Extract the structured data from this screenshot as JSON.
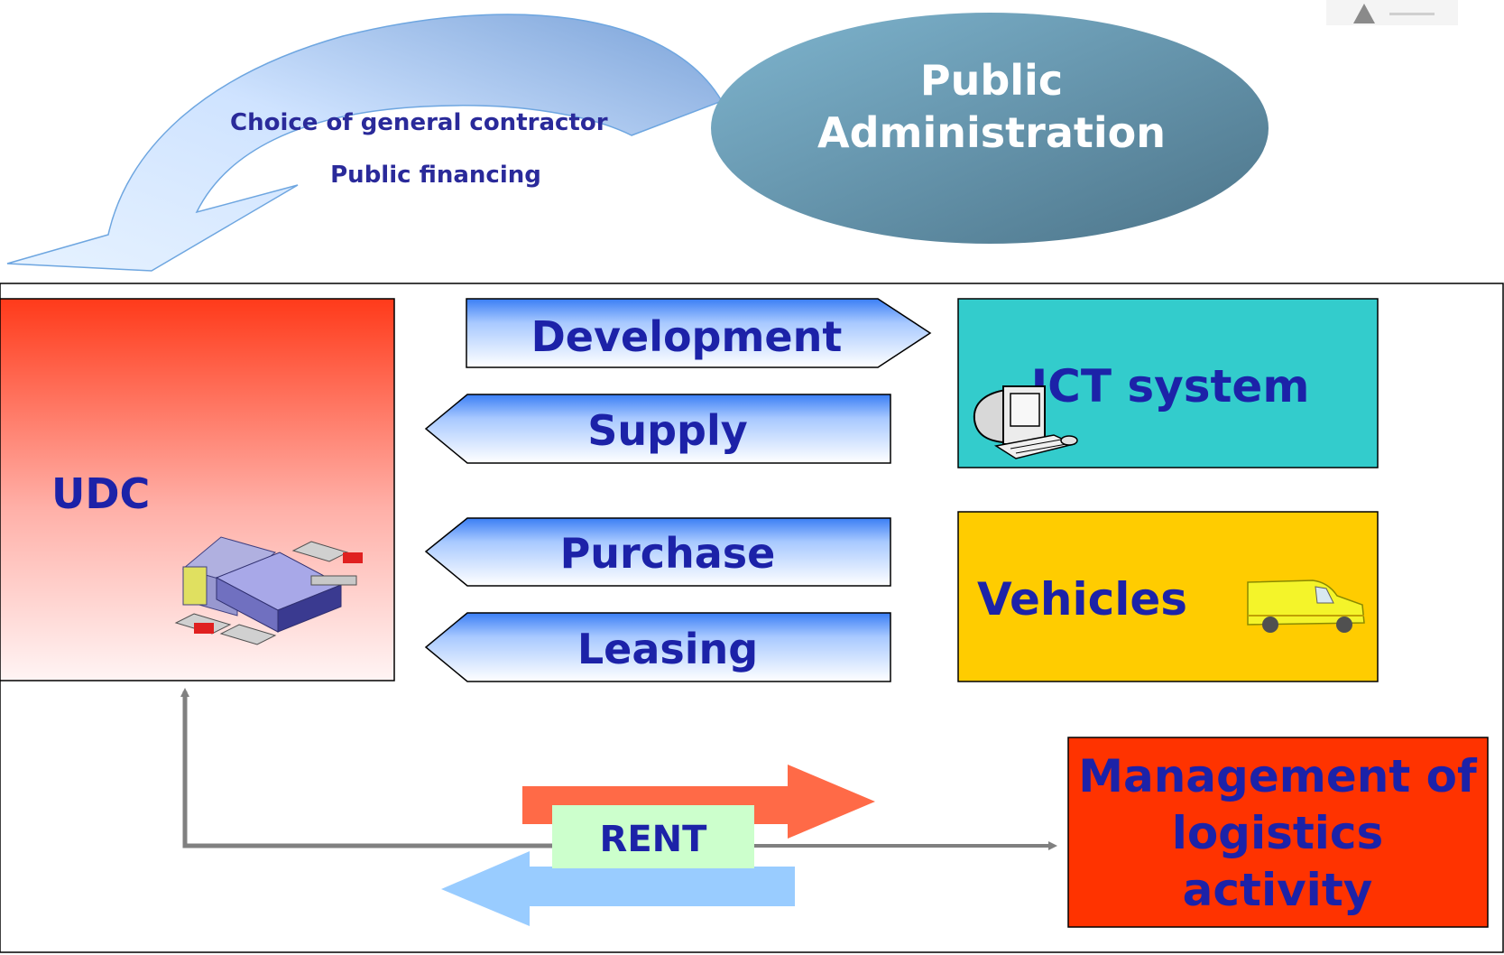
{
  "public_admin": {
    "line1": "Public",
    "line2": "Administration"
  },
  "curved_arrow": {
    "line1": "Choice of general contractor",
    "line2": "Public financing"
  },
  "udc": {
    "label": "UDC"
  },
  "flows": {
    "development": "Development",
    "supply": "Supply",
    "purchase": "Purchase",
    "leasing": "Leasing"
  },
  "ict": {
    "label": "ICT system"
  },
  "vehicles": {
    "label": "Vehicles"
  },
  "rent": {
    "label": "RENT"
  },
  "management": {
    "line1": "Management of",
    "line2": "logistics",
    "line3": "activity"
  },
  "colors": {
    "text_navy": "#1c22a8",
    "udc_top": "#ff3a1a",
    "ict_fill": "#33cccc",
    "vehicles_fill": "#ffcc00",
    "management_fill": "#ff3300",
    "rent_fill": "#ccffcc",
    "ellipse_fill": "#5e8fa8"
  },
  "icons": [
    "warehouse-icon",
    "computer-icon",
    "van-icon",
    "logo-icon"
  ]
}
